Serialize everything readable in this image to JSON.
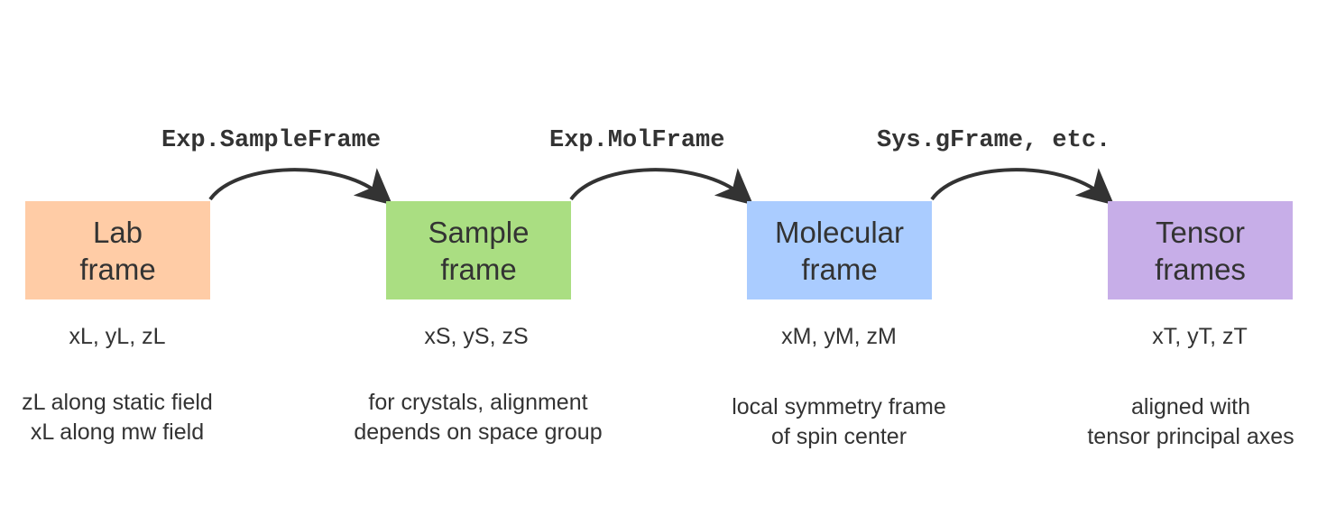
{
  "colors": {
    "lab": "#ffcca6",
    "sample": "#aade82",
    "molecular": "#aaccff",
    "tensor": "#c7aee8",
    "arrow": "#333333",
    "text": "#333333"
  },
  "frames": [
    {
      "name_line1": "Lab",
      "name_line2": "frame",
      "coords": "xL, yL, zL",
      "desc_line1": "zL along static field",
      "desc_line2": "xL along mw field"
    },
    {
      "name_line1": "Sample",
      "name_line2": "frame",
      "coords": "xS, yS, zS",
      "desc_line1": "for crystals, alignment",
      "desc_line2": "depends on space group"
    },
    {
      "name_line1": "Molecular",
      "name_line2": "frame",
      "coords": "xM, yM, zM",
      "desc_line1": "local symmetry frame",
      "desc_line2": "of spin center"
    },
    {
      "name_line1": "Tensor",
      "name_line2": "frames",
      "coords": "xT, yT, zT",
      "desc_line1": "aligned with",
      "desc_line2": "tensor principal axes"
    }
  ],
  "transitions": [
    {
      "label": "Exp.SampleFrame"
    },
    {
      "label": "Exp.MolFrame"
    },
    {
      "label": "Sys.gFrame, etc."
    }
  ]
}
